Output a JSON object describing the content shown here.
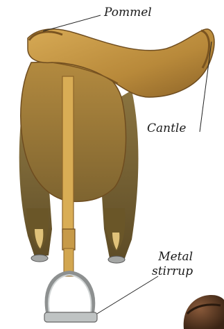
{
  "labels": {
    "pommel": "Pommel",
    "cantle": "Cantle",
    "metal_stirrup_line1": "Metal",
    "metal_stirrup_line2": "stirrup"
  },
  "colors": {
    "leather_light": "#c99a45",
    "leather_mid": "#a8782e",
    "leather_dark": "#6e4c1f",
    "flap_dark": "#7a6a3e",
    "metal": "#b8bcbc",
    "leader_line": "#222222"
  }
}
